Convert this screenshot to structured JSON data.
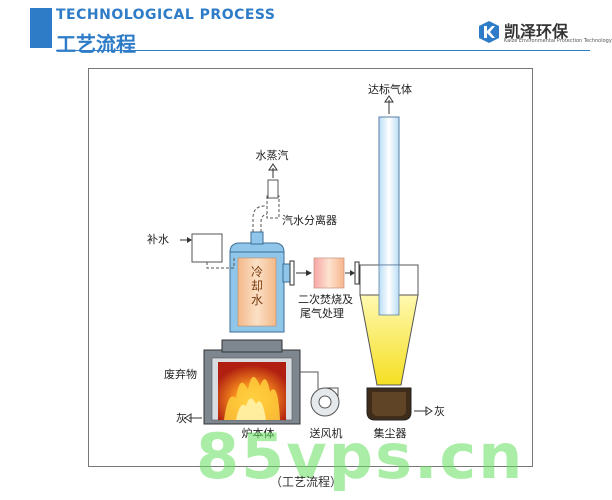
{
  "header": {
    "title_en": "TECHNOLOGICAL PROCESS",
    "title_cn": "工艺流程"
  },
  "logo": {
    "name": "凯泽环保",
    "tagline": "Kaize Environmental Protection Technology",
    "icon": "kz-logo-icon"
  },
  "labels": {
    "clean_gas": "达标气体",
    "steam": "水蒸汽",
    "separator": "汽水分离器",
    "makeup_water": "补水",
    "cooling_water": "冷却水",
    "secondary_combustion_line1": "二次焚烧及",
    "secondary_combustion_line2": "尾气处理",
    "waste": "废弃物",
    "ash_left": "灰",
    "ash_right": "灰",
    "furnace": "炉本体",
    "blower": "送风机",
    "dust_collector": "集尘器"
  },
  "caption": "（工艺流程）",
  "watermark": "85vps.cn",
  "colors": {
    "brand_blue": "#2e7cc8",
    "cooling_jacket": "#8fc6ea",
    "cooling_core": "#f3b98a",
    "flame_red": "#c8281a",
    "flame_orange": "#f58a1d",
    "cyclone_yellow": "#f5e53a",
    "watermark_green": "#66e060"
  }
}
